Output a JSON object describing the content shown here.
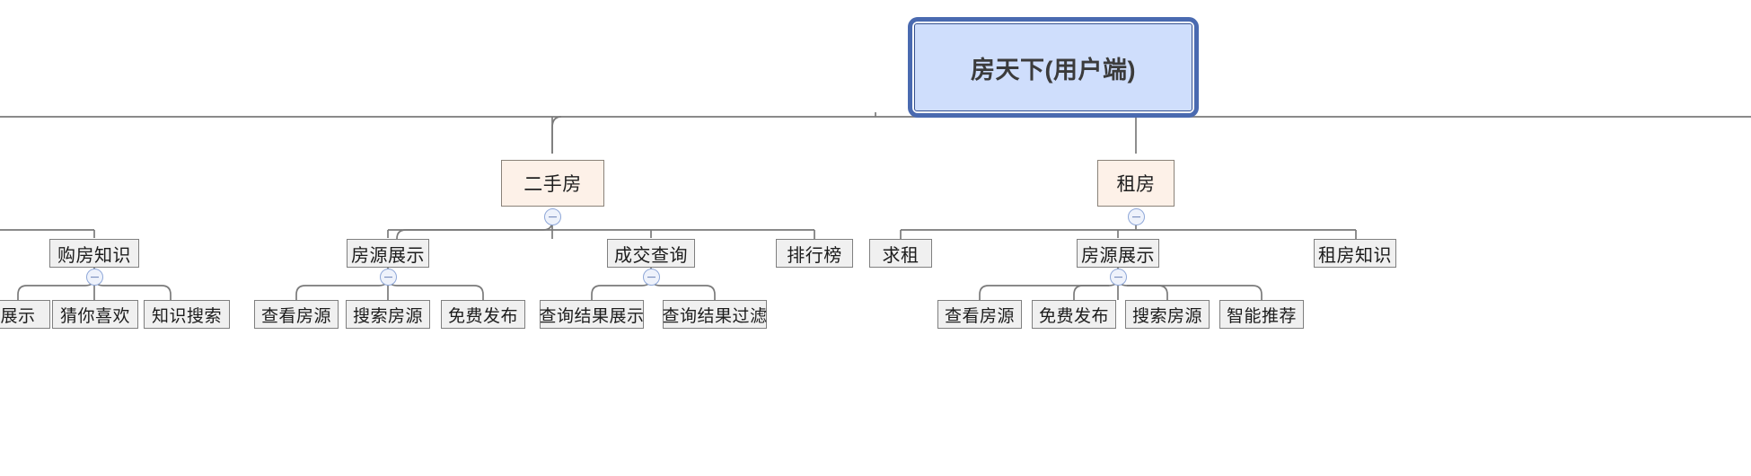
{
  "diagram": {
    "type": "mindmap-tree",
    "title": "房天下(用户端)",
    "orientation": "top-down",
    "colors": {
      "root_fill": "#cfdefc",
      "root_border": "#34508f",
      "root_selection_halo": "#4a6ab0",
      "level2_fill": "#fdf1e8",
      "level2_border": "#8a8279",
      "node_fill": "#f0f0f0",
      "node_border": "#7f7f7f",
      "edge": "#7a7a7a",
      "toggle_fill": "#eef2fb",
      "toggle_border": "#8ea7d8",
      "toggle_glyph": "#6d84b8",
      "canvas": "#ffffff"
    }
  },
  "root": {
    "label": "房天下(用户端)",
    "selected": true
  },
  "toggles": {
    "glyph": "minus",
    "state": "expanded",
    "name": "collapse-toggle"
  },
  "nodes": {
    "ershoufang": "二手房",
    "zufang": "租房",
    "goufangzhishi": "购房知识",
    "fangyuanzhanshi_a": "房源展示",
    "chengjiaochaxun": "成交查询",
    "paihangbang": "排行榜",
    "qiuzu": "求租",
    "fangyuanzhanshi_b": "房源展示",
    "zufangzhishi": "租房知识",
    "zhanshi_cut": "展示",
    "cainixihuan": "猜你喜欢",
    "zhishisousuo": "知识搜索",
    "chakanfangyuan_a": "查看房源",
    "sousuofangyuan_a": "搜索房源",
    "mianfeifabu_a": "免费发布",
    "chaxunjieguozhanshi": "查询结果展示",
    "chaxunjieguoguolv": "查询结果过滤",
    "chakanfangyuan_b": "查看房源",
    "mianfeifabu_b": "免费发布",
    "sousuofangyuan_b": "搜索房源",
    "zhinengtuijian": "智能推荐"
  },
  "tree": {
    "label": "房天下(用户端)",
    "children": [
      {
        "label": "二手房",
        "children": [
          {
            "label": "房源展示",
            "children": [
              {
                "label": "查看房源"
              },
              {
                "label": "搜索房源"
              },
              {
                "label": "免费发布"
              }
            ]
          },
          {
            "label": "成交查询",
            "children": [
              {
                "label": "查询结果展示"
              },
              {
                "label": "查询结果过滤"
              }
            ]
          },
          {
            "label": "排行榜"
          }
        ]
      },
      {
        "label": "租房",
        "children": [
          {
            "label": "求租"
          },
          {
            "label": "房源展示",
            "children": [
              {
                "label": "查看房源"
              },
              {
                "label": "免费发布"
              },
              {
                "label": "搜索房源"
              },
              {
                "label": "智能推荐"
              }
            ]
          },
          {
            "label": "租房知识"
          }
        ]
      }
    ],
    "offscreen_left_branch": {
      "label": "购房知识",
      "children": [
        {
          "label": "展示"
        },
        {
          "label": "猜你喜欢"
        },
        {
          "label": "知识搜索"
        }
      ]
    }
  }
}
